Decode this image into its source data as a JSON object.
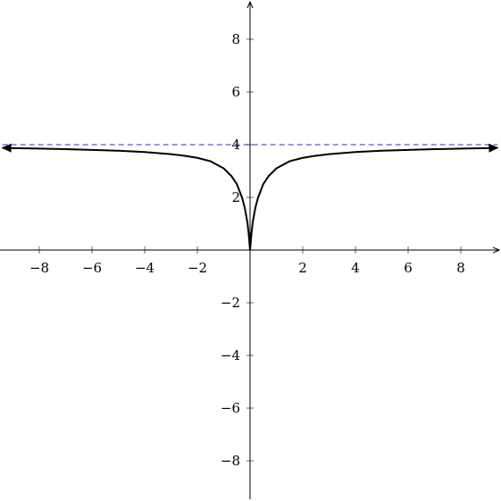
{
  "chart_data": {
    "type": "line",
    "title": "",
    "xlabel": "",
    "ylabel": "",
    "xlim": [
      -9.4,
      9.4
    ],
    "ylim": [
      -9.4,
      9.4
    ],
    "grid": false,
    "x_ticks": [
      -8,
      -6,
      -4,
      -2,
      2,
      4,
      6,
      8
    ],
    "y_ticks": [
      -8,
      -6,
      -4,
      -2,
      2,
      4,
      6,
      8
    ],
    "x_tick_labels": [
      "−8",
      "−6",
      "−4",
      "−2",
      "2",
      "4",
      "6",
      "8"
    ],
    "y_tick_labels": [
      "−8",
      "−6",
      "−4",
      "−2",
      "2",
      "4",
      "6",
      "8"
    ],
    "asymptotes": [
      {
        "orientation": "horizontal",
        "y": 4,
        "style": "dashed",
        "color": "#2b2bd6"
      }
    ],
    "series": [
      {
        "color": "#000000",
        "arrow_ends": true,
        "points": [
          [
            -9.4,
            3.88
          ],
          [
            -9,
            3.87
          ],
          [
            -8,
            3.85
          ],
          [
            -7,
            3.83
          ],
          [
            -6,
            3.8
          ],
          [
            -5,
            3.77
          ],
          [
            -4,
            3.72
          ],
          [
            -3,
            3.64
          ],
          [
            -2.5,
            3.58
          ],
          [
            -2,
            3.5
          ],
          [
            -1.5,
            3.37
          ],
          [
            -1,
            3.1
          ],
          [
            -0.7,
            2.8
          ],
          [
            -0.5,
            2.5
          ],
          [
            -0.3,
            1.98
          ],
          [
            -0.2,
            1.6
          ],
          [
            -0.1,
            1.05
          ],
          [
            -0.05,
            0.6
          ],
          [
            0,
            0
          ],
          [
            0.05,
            0.6
          ],
          [
            0.1,
            1.05
          ],
          [
            0.2,
            1.6
          ],
          [
            0.3,
            1.98
          ],
          [
            0.5,
            2.5
          ],
          [
            0.7,
            2.8
          ],
          [
            1,
            3.1
          ],
          [
            1.5,
            3.37
          ],
          [
            2,
            3.5
          ],
          [
            2.5,
            3.58
          ],
          [
            3,
            3.64
          ],
          [
            4,
            3.72
          ],
          [
            5,
            3.77
          ],
          [
            6,
            3.8
          ],
          [
            7,
            3.83
          ],
          [
            8,
            3.85
          ],
          [
            9,
            3.87
          ],
          [
            9.4,
            3.88
          ]
        ]
      }
    ]
  }
}
